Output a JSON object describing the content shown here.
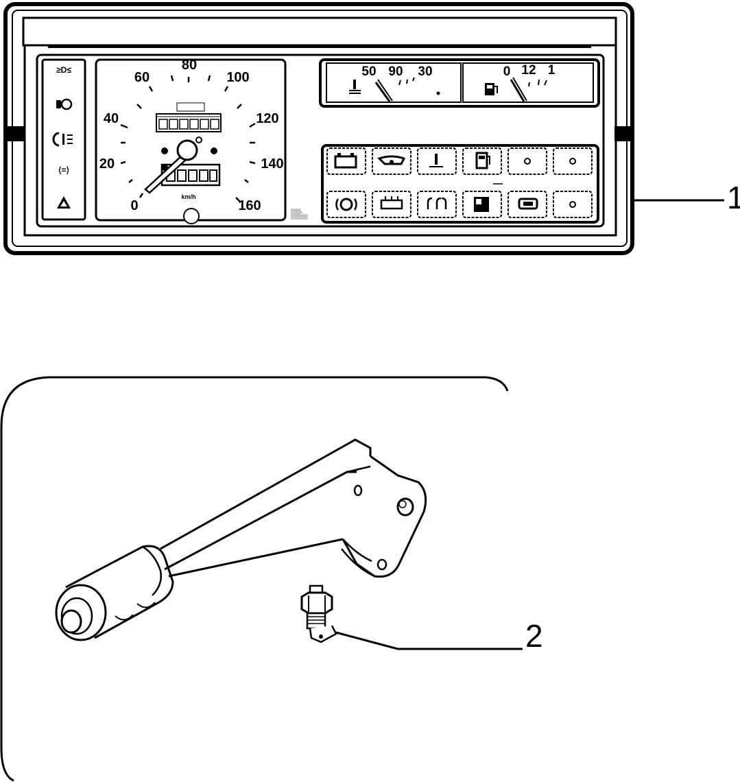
{
  "callouts": [
    {
      "label": "1"
    },
    {
      "label": "2"
    }
  ],
  "speedometer": {
    "scale": [
      "0",
      "20",
      "40",
      "60",
      "80",
      "100",
      "120",
      "140",
      "160"
    ],
    "unit": "km/h"
  },
  "temperature_gauge": {
    "scale": [
      "50",
      "90",
      "30"
    ]
  },
  "fuel_gauge": {
    "scale": [
      "0",
      "12",
      "1"
    ]
  },
  "colors": {
    "line": "#000000",
    "background": "#ffffff"
  }
}
